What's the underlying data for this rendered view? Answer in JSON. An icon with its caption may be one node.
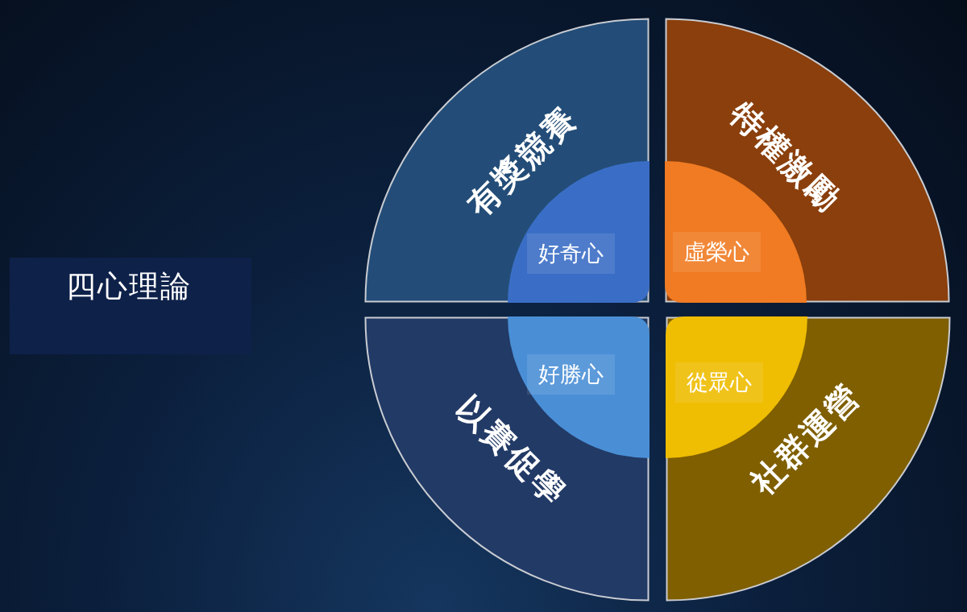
{
  "diagram": {
    "nodes": [
      {
        "text": [
          "四心理論"
        ]
      },
      {
        "text": [
          "有獎競賽"
        ]
      },
      {
        "text": [
          "好奇心"
        ],
        "in": 1
      },
      {
        "text": [
          "特權激勵"
        ]
      },
      {
        "text": [
          "虛榮心"
        ],
        "in": 3
      },
      {
        "text": [
          "以賽促學"
        ]
      },
      {
        "text": [
          "好勝心"
        ],
        "in": 5
      },
      {
        "text": [
          "社群運營"
        ]
      },
      {
        "text": [
          "從眾心"
        ],
        "in": 7
      }
    ]
  }
}
